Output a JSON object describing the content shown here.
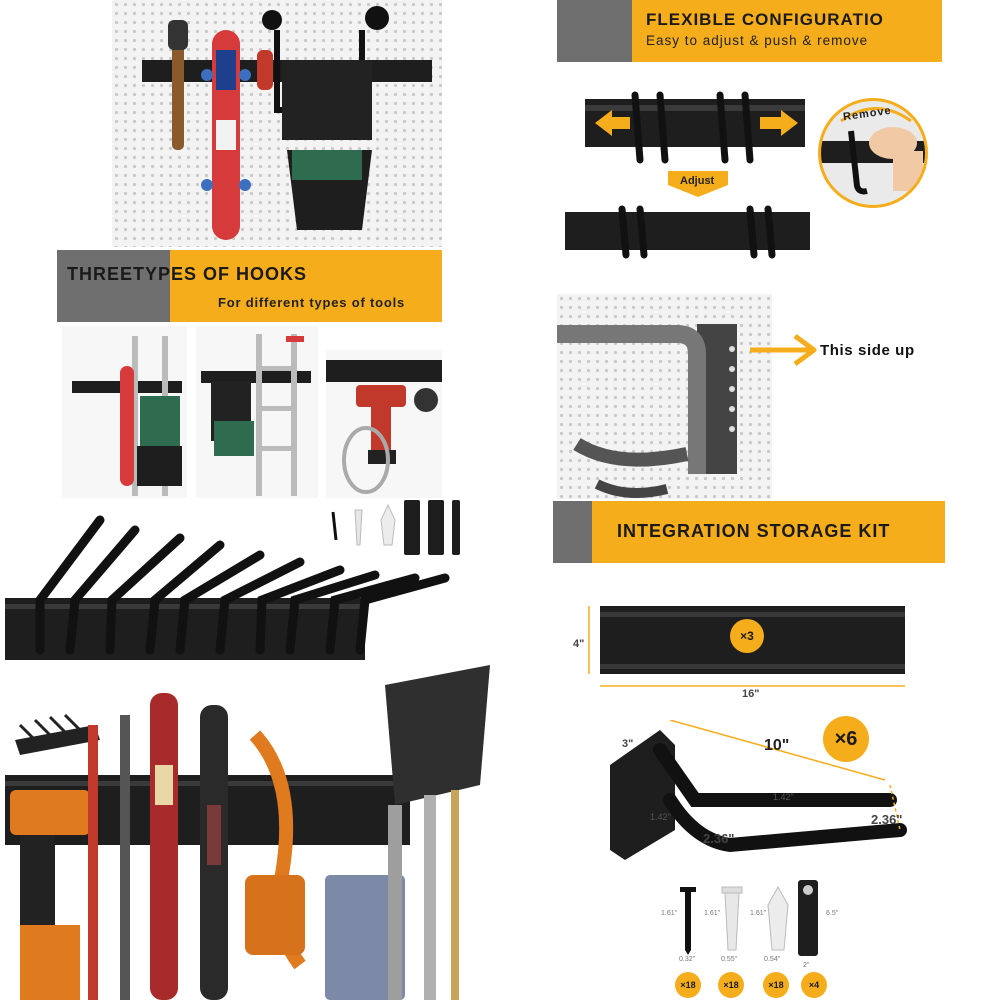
{
  "colors": {
    "accent": "#f5ad1c",
    "banner_gray": "#6f6f6f",
    "rail": "#1e1e1e"
  },
  "panel_flex": {
    "title": "FLEXIBLE CONFIGURATIO",
    "subtitle": "Easy to adjust & push & remove",
    "adjust_label": "Adjust",
    "remove_label": "Remove"
  },
  "panel_hooks": {
    "title": "THREETYPES OF HOOKS",
    "subtitle": "For different types of tools"
  },
  "panel_side": {
    "label": "This side up"
  },
  "panel_kit": {
    "title": "INTEGRATION STORAGE KIT",
    "rail_height": "4\"",
    "rail_length": "16\"",
    "rail_count": "×3",
    "hook_depth": "3\"",
    "hook_length": "10\"",
    "hook_count": "×6",
    "hook_diam": "1.42\"",
    "hook_diam2": "1.42\"",
    "hook_gap_left": "2.36\"",
    "hook_gap_right": "2.36\"",
    "hardware": [
      {
        "dim1": "1.61\"",
        "dim2": "0.32\"",
        "count": "×18"
      },
      {
        "dim1": "1.61\"",
        "dim2": "0.55\"",
        "count": "×18"
      },
      {
        "dim1": "1.61\"",
        "dim2": "0.54\"",
        "count": "×18"
      },
      {
        "dim1": "6.5\"",
        "dim2": "2\"",
        "count": "×4"
      }
    ]
  }
}
